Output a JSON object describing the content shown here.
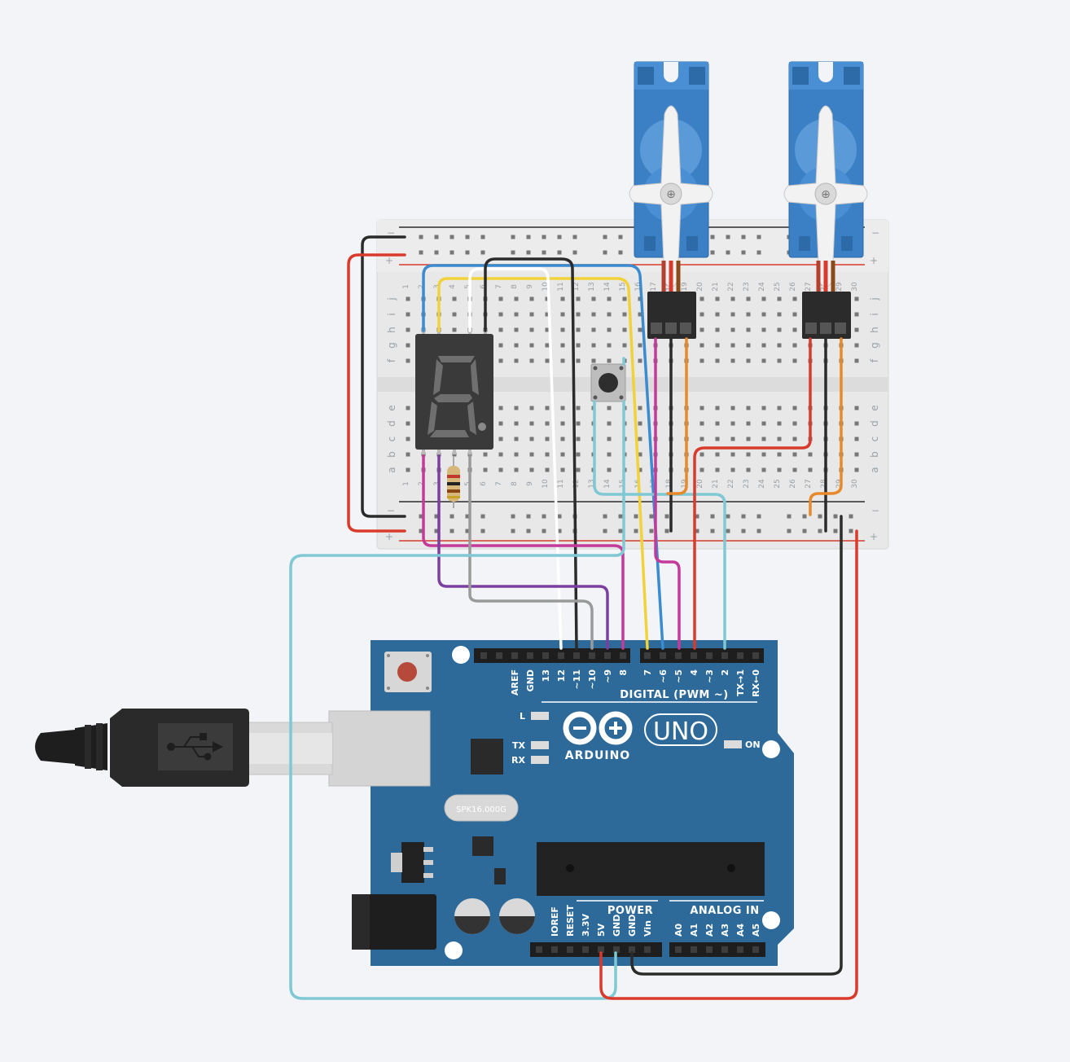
{
  "breadboard": {
    "row_letters_top": [
      "j",
      "i",
      "h",
      "g",
      "f"
    ],
    "row_letters_bottom": [
      "e",
      "d",
      "c",
      "b",
      "a"
    ],
    "columns": [
      "1",
      "2",
      "3",
      "4",
      "5",
      "6",
      "7",
      "8",
      "9",
      "10",
      "11",
      "12",
      "13",
      "14",
      "15",
      "16",
      "17",
      "18",
      "19",
      "20",
      "21",
      "22",
      "23",
      "24",
      "25",
      "26",
      "27",
      "28",
      "29",
      "30"
    ],
    "rail_minus": "−",
    "rail_plus": "+"
  },
  "arduino": {
    "digital_title": "DIGITAL (PWM ~)",
    "digital_pins": [
      "AREF",
      "GND",
      "13",
      "12",
      "~11",
      "~10",
      "~9",
      "8",
      "7",
      "~6",
      "~5",
      "4",
      "~3",
      "2",
      "TX→1",
      "RX←0"
    ],
    "power_title": "POWER",
    "power_pins": [
      "IOREF",
      "RESET",
      "3.3V",
      "5V",
      "GND",
      "GND",
      "Vin"
    ],
    "analog_title": "ANALOG IN",
    "analog_pins": [
      "A0",
      "A1",
      "A2",
      "A3",
      "A4",
      "A5"
    ],
    "brand": "ARDUINO",
    "model": "UNO",
    "crystal_text": "SPK16.000G",
    "led_labels": {
      "l": "L",
      "tx": "TX",
      "rx": "RX",
      "on": "ON"
    }
  },
  "colors": {
    "board_blue": "#2d6a99",
    "breadboard": "#e9e9e9",
    "wire_red": "#d93a2b",
    "wire_black": "#2b2b2b",
    "wire_cyan": "#7fc8d4",
    "wire_yellow": "#f1d23a",
    "wire_white": "#ffffff",
    "wire_purple": "#7b3fa0",
    "wire_magenta": "#c43a9a",
    "wire_gray": "#9a9a9a",
    "wire_blue": "#3a8bd0",
    "wire_orange": "#e8892a",
    "servo_blue": "#3b7fc4"
  },
  "icons": [
    "usb-icon",
    "arduino-logo-icon"
  ]
}
